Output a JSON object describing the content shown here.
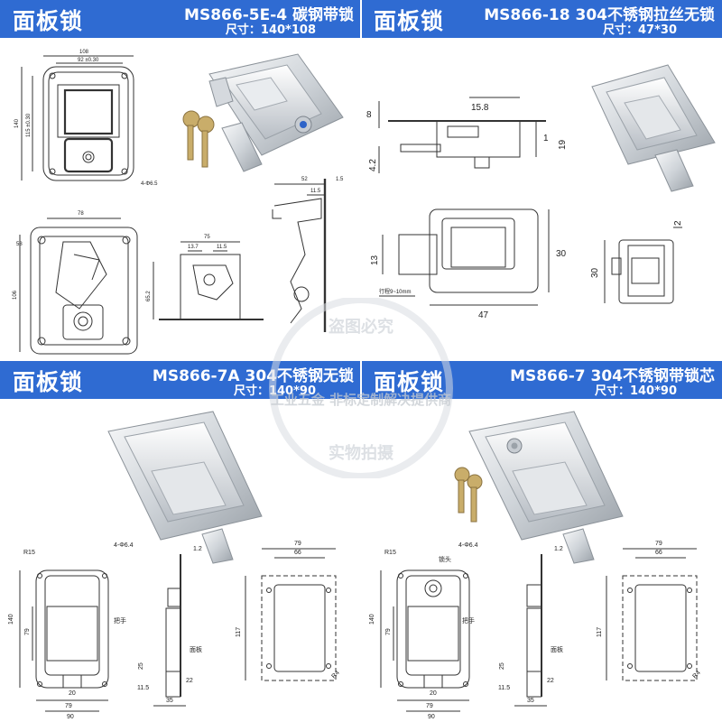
{
  "panels": [
    {
      "title": "面板锁",
      "model": "MS866-5E-4  碳钢带锁",
      "size": "尺寸：140*108",
      "dims": {
        "d1": "108",
        "d2": "92 ±0.30",
        "d3": "140",
        "d4": "115 ±0.30",
        "d5": "4-Φ6.5",
        "d6": "78",
        "d7": "58",
        "d8": "106",
        "d9": "75",
        "d10": "13.7",
        "d11": "11.5",
        "d12": "65.2",
        "d13": "52",
        "d14": "1.5",
        "d15": "11.5"
      }
    },
    {
      "title": "面板锁",
      "model": "MS866-18 304不锈钢拉丝无锁",
      "size": "尺寸：47*30",
      "dims": {
        "d1": "15.8",
        "d2": "8",
        "d3": "1",
        "d4": "19",
        "d5": "4.2",
        "d6": "13",
        "d7": "30",
        "d8": "47",
        "d9": "行程9~10mm",
        "d10": "2",
        "d11": "30"
      }
    },
    {
      "title": "面板锁",
      "model": "MS866-7A 304不锈钢无锁",
      "size": "尺寸：140*90",
      "dims": {
        "d1": "R15",
        "d2": "4-Φ6.4",
        "d3": "140",
        "d4": "79",
        "d5": "把手",
        "d6": "20",
        "d7": "79",
        "d8": "90",
        "d9": "1.2",
        "d10": "25",
        "d11": "面板",
        "d12": "11.5",
        "d13": "22",
        "d14": "35",
        "d15": "79",
        "d16": "66",
        "d17": "117",
        "d18": "R4"
      }
    },
    {
      "title": "面板锁",
      "model": "MS866-7 304不锈钢带锁芯",
      "size": "尺寸：140*90",
      "dims": {
        "d1": "R15",
        "d2": "4-Φ6.4",
        "d3": "锁头",
        "d4": "140",
        "d5": "79",
        "d6": "把手",
        "d7": "20",
        "d8": "79",
        "d9": "90",
        "d10": "1.2",
        "d11": "25",
        "d12": "面板",
        "d13": "11.5",
        "d14": "22",
        "d15": "35",
        "d16": "79",
        "d17": "66",
        "d18": "117",
        "d19": "R4"
      }
    }
  ],
  "watermark": {
    "line1": "盗图必究",
    "line2": "实物拍摄",
    "line3": "工业五金 非标定制解决提供商"
  },
  "colors": {
    "banner": "#2f6bd2",
    "steel_light": "#eef0f2",
    "steel_mid": "#c9ced4",
    "steel_dark": "#7d848c",
    "line": "#333333"
  }
}
